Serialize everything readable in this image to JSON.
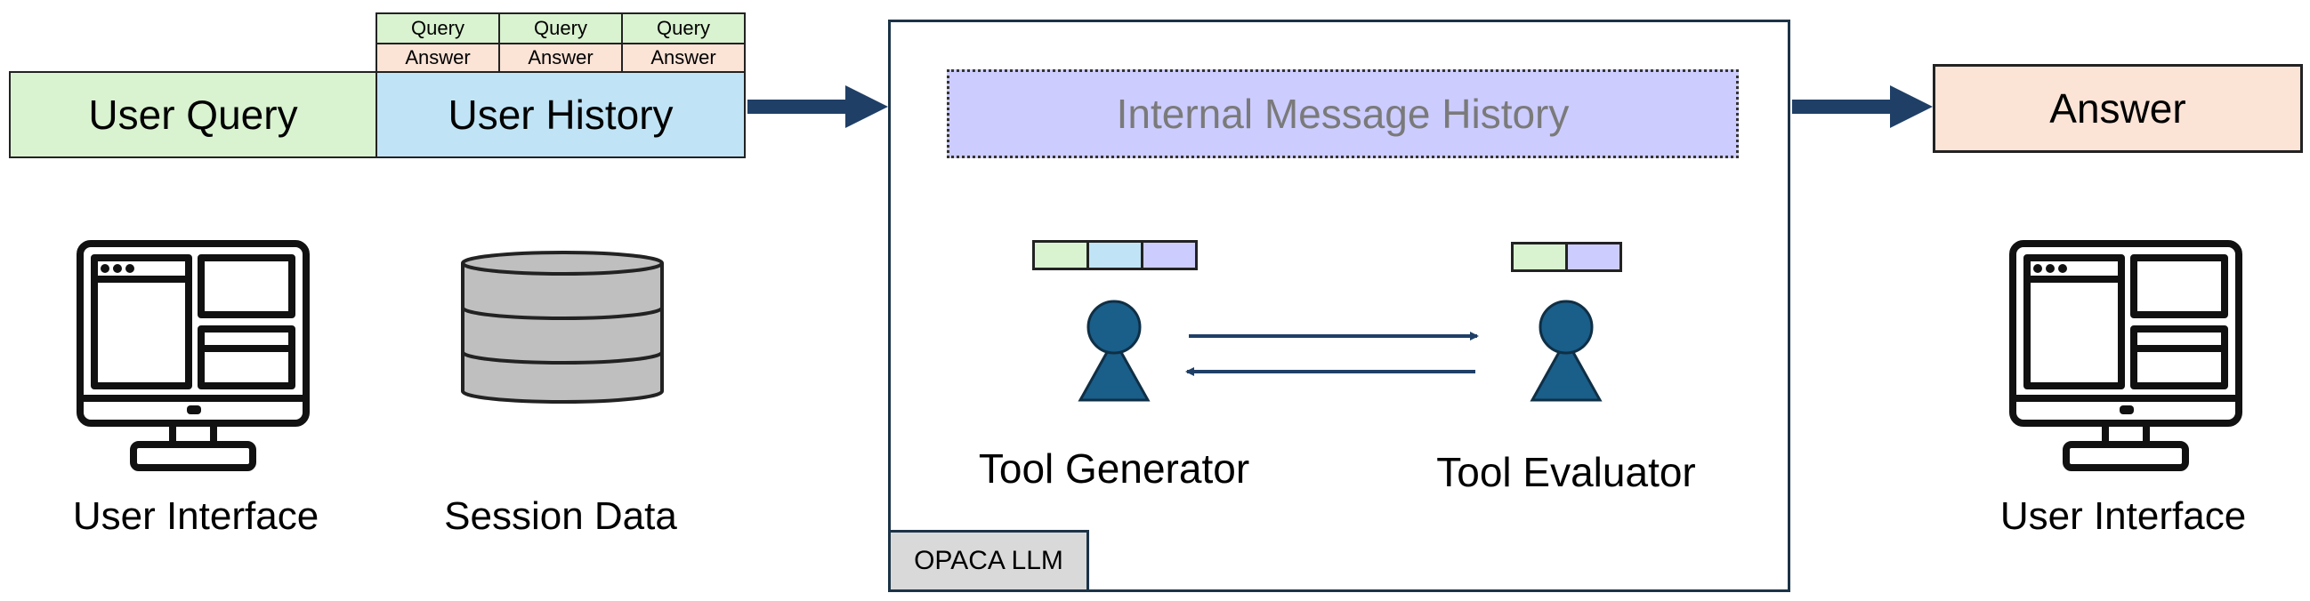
{
  "input": {
    "user_query": "User Query",
    "user_history": "User History",
    "history_pairs": [
      {
        "query": "Query",
        "answer": "Answer"
      },
      {
        "query": "Query",
        "answer": "Answer"
      },
      {
        "query": "Query",
        "answer": "Answer"
      }
    ]
  },
  "left": {
    "ui_label": "User Interface",
    "session_label": "Session Data"
  },
  "llm": {
    "internal_history": "Internal Message History",
    "tool_generator": "Tool Generator",
    "tool_evaluator": "Tool Evaluator",
    "container_label": "OPACA LLM"
  },
  "output": {
    "answer": "Answer",
    "ui_label": "User Interface"
  },
  "colors": {
    "query_green": "#d9f2d0",
    "history_blue": "#c0e4f5",
    "answer_peach": "#fbe3d6",
    "internal_lavender": "#ccccff",
    "arrow_navy": "#1f3f66",
    "agent_blue": "#1a5e8a"
  }
}
